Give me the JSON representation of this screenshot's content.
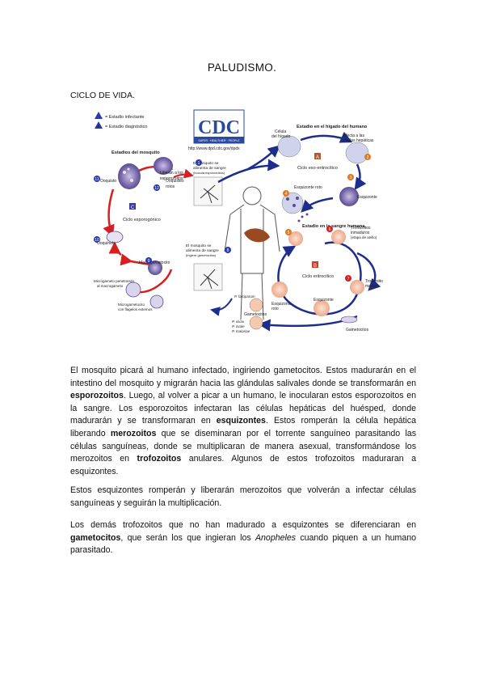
{
  "document": {
    "title": "PALUDISMO.",
    "section": "CICLO DE VIDA."
  },
  "figure": {
    "legend": {
      "infective": "= Estadio infectante",
      "diagnostic": "= Estadio diagnóstico"
    },
    "cdc_logo": "CDC",
    "cdc_tagline": "SAFER · HEALTHIER · PEOPLE",
    "cdc_url": "http://www.dpd.cdc.gov/dpdx",
    "headings": {
      "mosquito_stages": "Estadios del mosquito",
      "liver_stage": "Estadio en el hígado del humano",
      "blood_stage": "Estadio en la sangre humana"
    },
    "cycles": {
      "sporogonic": "Ciclo esporogónico",
      "exo_erythrocytic": "Ciclo exo-eritrocítico",
      "erythrocytic": "Ciclo eritrocítico"
    },
    "cycle_letters": {
      "sporogonic": "C",
      "exo_erythrocytic": "A",
      "erythrocytic": "B"
    },
    "labels": {
      "ruptured_oocyst_1": "Ooquistes",
      "ruptured_oocyst_2": "rotos",
      "sporozoite_release_1": "Liberan a los",
      "sporozoite_release_2": "esporozoitos",
      "mosquito_meal_1_a": "El mosquito se",
      "mosquito_meal_1_b": "alimenta de sangre",
      "mosquito_meal_1_c": "(inocula esporozoitos)",
      "oocyst": "Ooquisto",
      "ookinete": "Ooquineto",
      "macrogametocyte": "Macrogametocito",
      "microgamete_1": "Microgameto penetrando",
      "microgamete_2": "al macrogameto",
      "exflagellated_1": "Microgametocito",
      "exflagellated_2": "con flagelos externos",
      "mosquito_meal_2_a": "El mosquito se",
      "mosquito_meal_2_b": "alimenta de sangre",
      "mosquito_meal_2_c": "(ingiere gametocitos)",
      "liver_cell_1": "Célula",
      "liver_cell_2": "del hígado",
      "infected_liver_1": "Infecta a las",
      "infected_liver_2": "células hepáticas",
      "schizont": "Esquizonte",
      "ruptured_schizont": "Esquizonte roto",
      "immature_trophozoites_1": "Trofozoitos",
      "immature_trophozoites_2": "inmaduros",
      "immature_trophozoites_3": "(etapa de anillo)",
      "mature_trophozoite_1": "Trofozoito",
      "mature_trophozoite_2": "maduro",
      "schizont_blood": "Esquizonte",
      "ruptured_schizont_blood_1": "Esquizonte",
      "ruptured_schizont_blood_2": "roto",
      "gametocytes_right": "Gametocitos",
      "gametocytes_left": "Gametocitos",
      "p_falciparum": "P. falciparum",
      "p_vivax": "P. vivax",
      "p_ovale": "P. ovale",
      "p_malariae": "P. malariae"
    },
    "step_numbers": [
      "1",
      "2",
      "3",
      "4",
      "5",
      "6",
      "7",
      "8",
      "9",
      "10",
      "11",
      "12"
    ]
  },
  "paragraphs": {
    "p1": [
      {
        "t": "El mosquito picará al humano infectado, ingiriendo gametocitos. Estos madurarán en el intestino del mosquito y migrarán hacia las glándulas salivales donde se transformarán en "
      },
      {
        "t": "esporozoitos",
        "b": true
      },
      {
        "t": ". Luego, al volver a picar a un humano, le inocularan estos esporozoitos en la sangre. Los esporozoitos infectaran las células hepáticas del huésped, donde madurarán y se transformaran en "
      },
      {
        "t": "esquizontes",
        "b": true
      },
      {
        "t": ". Estos romperán la célula hepática liberando "
      },
      {
        "t": "merozoitos",
        "b": true
      },
      {
        "t": " que se diseminaran por el torrente sanguíneo parasitando las células sanguíneas, donde se multiplicaran de manera asexual, transformándose los merozoitos en "
      },
      {
        "t": "trofozoitos",
        "b": true
      },
      {
        "t": " anulares. Algunos de estos trofozoitos maduraran a esquizontes."
      }
    ],
    "p2": [
      {
        "t": "Estos esquizontes romperán y liberarán merozoitos que volverán a infectar células sanguíneas y seguirán la multiplicación."
      }
    ],
    "p3": [
      {
        "t": "Los demás trofozoitos que no han madurado a esquizontes se diferenciaran en "
      },
      {
        "t": "gametocitos",
        "b": true
      },
      {
        "t": ", que serán los que ingieran los "
      },
      {
        "t": "Anopheles",
        "i": true
      },
      {
        "t": " cuando piquen a un humano parasitado."
      }
    ]
  },
  "colors": {
    "arrow_blue": "#1c2d8c",
    "arrow_red": "#d42020",
    "cdc_blue": "#2a4aa0",
    "cell_purple": "#7a63a8",
    "rbc_pink": "#f2c5a8",
    "liver_brown": "#9a4a22"
  }
}
